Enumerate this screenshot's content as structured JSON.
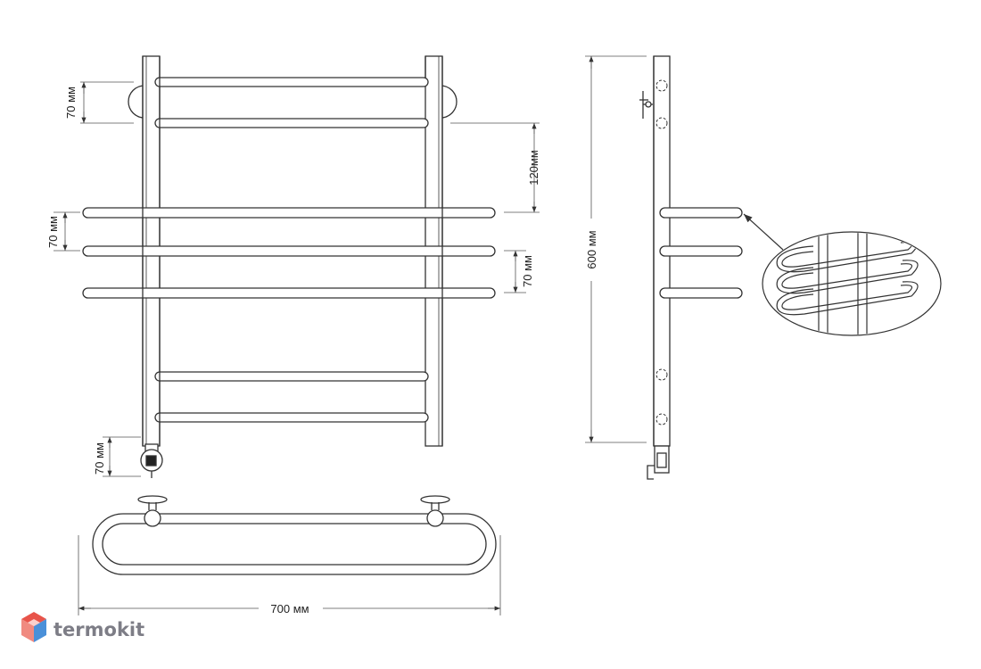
{
  "dimensions": {
    "top_gap": "70 мм",
    "shelf_offset": "120мм",
    "shelf_gap_left": "70 мм",
    "shelf_gap_right": "70 мм",
    "bottom_gap": "70 мм",
    "height": "600 мм",
    "width": "700 мм"
  },
  "brand": {
    "name": "termokit"
  },
  "colors": {
    "line": "#333333",
    "dim": "#555555",
    "logo_red": "#e8544a",
    "logo_blue": "#4a90d9",
    "logo_gray": "#7d7d86"
  }
}
